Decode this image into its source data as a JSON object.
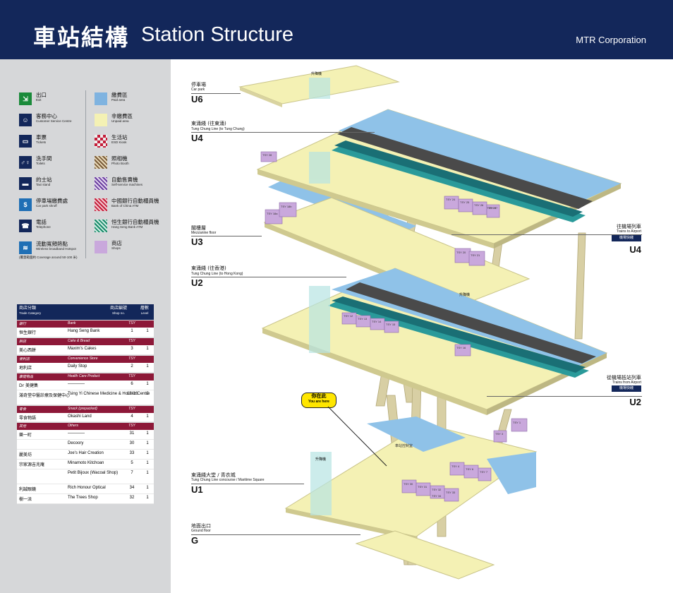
{
  "header": {
    "title_zh": "車站結構",
    "title_en": "Station Structure",
    "corp": "MTR Corporation"
  },
  "legend": {
    "left": [
      {
        "icon": "exit-icon",
        "zh": "出口",
        "en": "Exit",
        "color": "#1a8a3a"
      },
      {
        "icon": "customer-service-icon",
        "zh": "客務中心",
        "en": "Customer Service Centre",
        "color": "#13275a"
      },
      {
        "icon": "ticket-icon",
        "zh": "車票",
        "en": "Tickets",
        "color": "#13275a"
      },
      {
        "icon": "toilet-icon",
        "zh": "洗手間",
        "en": "Toilets",
        "color": "#13275a"
      },
      {
        "icon": "taxi-icon",
        "zh": "的士站",
        "en": "Taxi stand",
        "color": "#13275a"
      },
      {
        "icon": "car-park-shroff-icon",
        "zh": "停車場繳費處",
        "en": "Car park shroff",
        "color": "#1f6fb5"
      },
      {
        "icon": "telephone-icon",
        "zh": "電話",
        "en": "Telephone",
        "color": "#13275a"
      },
      {
        "icon": "wifi-icon",
        "zh": "流動寬頻熱點",
        "en": "Wireless broadband Hotspot",
        "color": "#1f6fb5"
      }
    ],
    "coverage_note": "(覆蓋範圍約 Coverage around 50-100 米)",
    "right": [
      {
        "icon": "paid-area-swatch",
        "zh": "繳費區",
        "en": "Paid area",
        "color": "#7fb3e0"
      },
      {
        "icon": "unpaid-area-swatch",
        "zh": "非繳費區",
        "en": "Unpaid area",
        "color": "#f4f1b4"
      },
      {
        "icon": "esd-kiosk-icon",
        "zh": "生活站",
        "en": "ESD Kiosk",
        "color": "#c41e3a"
      },
      {
        "icon": "photo-booth-icon",
        "zh": "照相機",
        "en": "Photo Booth",
        "color": "#7a5c3a"
      },
      {
        "icon": "self-service-machine-icon",
        "zh": "自動售賣機",
        "en": "Self-service machines",
        "color": "#6b3fa0"
      },
      {
        "icon": "boc-atm-icon",
        "zh": "中國銀行自動櫃員機",
        "en": "Bank of China ATM",
        "color": "#c41e3a"
      },
      {
        "icon": "hang-seng-atm-icon",
        "zh": "恒生銀行自動櫃員機",
        "en": "Hang Seng Bank ATM",
        "color": "#1a8a6a"
      },
      {
        "icon": "shop-swatch",
        "zh": "商店",
        "en": "Shops",
        "color": "#c9a8dc"
      }
    ]
  },
  "table": {
    "head": {
      "cat_zh": "商店分類",
      "cat_en": "Trade Category",
      "shop_zh": "商店編號",
      "shop_en": "Shop no.",
      "level_zh": "層數",
      "level_en": "Level"
    },
    "rows": [
      {
        "type": "cat",
        "zh": "銀行",
        "en": "Bank",
        "no": "TSY"
      },
      {
        "type": "shop",
        "zh": "恒生銀行",
        "en": "Hang Seng Bank",
        "no": "1",
        "level": "1"
      },
      {
        "type": "cat",
        "zh": "餅店",
        "en": "Cake & Bread",
        "no": "TSY"
      },
      {
        "type": "shop",
        "zh": "美心西餅",
        "en": "Maxim's Cakes",
        "no": "3",
        "level": "1"
      },
      {
        "type": "cat",
        "zh": "便利店",
        "en": "Convenience Store",
        "no": "TSY"
      },
      {
        "type": "shop",
        "zh": "地利店",
        "en": "Daily Stop",
        "no": "2",
        "level": "1"
      },
      {
        "type": "cat",
        "zh": "康健物品",
        "en": "Health Care Product",
        "no": "TSY"
      },
      {
        "type": "shop",
        "zh": "Dr 美健集",
        "en": "————",
        "no": "6",
        "level": "1"
      },
      {
        "type": "shop",
        "zh": "滿奇堂中醫診療及保健中心",
        "en": "Tsing Yi Chinese Medicine & Holistic Centre",
        "no": "12-16",
        "level": "2"
      },
      {
        "type": "cat",
        "zh": "零食",
        "en": "Snack (prepacked)",
        "no": "TSY"
      },
      {
        "type": "shop",
        "zh": "零食物語",
        "en": "Okashi Land",
        "no": "4",
        "level": "1"
      },
      {
        "type": "cat",
        "zh": "其他",
        "en": "Others",
        "no": "TSY"
      },
      {
        "type": "shop",
        "zh": "樂一町",
        "en": "————",
        "no": "31",
        "level": "1"
      },
      {
        "type": "shop",
        "zh": "",
        "en": "Decoory",
        "no": "30",
        "level": "1"
      },
      {
        "type": "shop",
        "zh": "麗美坊",
        "en": "Joe's Hair Creation",
        "no": "33",
        "level": "1"
      },
      {
        "type": "shop",
        "zh": "宗家源吉兆庵",
        "en": "Minamoto Kitchoan",
        "no": "5",
        "level": "1"
      },
      {
        "type": "shop",
        "zh": "",
        "en": "Petit Bijoux (Wacoal Shop)",
        "no": "7",
        "level": "1"
      },
      {
        "type": "shop",
        "zh": "利誠眼鏡",
        "en": "Rich Honour Optical",
        "no": "34",
        "level": "1"
      },
      {
        "type": "shop",
        "zh": "樹一派",
        "en": "The Trees Shop",
        "no": "32",
        "level": "1"
      }
    ]
  },
  "levels": [
    {
      "code": "U6",
      "zh": "停車場",
      "en": "Car park"
    },
    {
      "code": "U4",
      "zh": "東涌綫 (往東涌)",
      "en": "Tung Chung Line (to Tung Chung)"
    },
    {
      "code": "U3",
      "zh": "閣樓層",
      "en": "Mezzanine floor"
    },
    {
      "code": "U2",
      "zh": "東涌綫 (往香港)",
      "en": "Tung Chung Line (to Hong Kong)"
    },
    {
      "code": "U1",
      "zh": "東涌綫大堂 / 青衣城",
      "en": "Tung Chung Line concourse / Maritime Square"
    },
    {
      "code": "G",
      "zh": "地面出口",
      "en": "Ground floor"
    }
  ],
  "right_labels": [
    {
      "zh": "往機場列車",
      "en": "Trains to Airport",
      "code": "U4"
    },
    {
      "zh": "從機場抵站列車",
      "en": "Trains from Airport",
      "code": "U2"
    }
  ],
  "airport_express": "機場快綫",
  "you_are_here": {
    "zh": "你在此",
    "en": "You are here"
  },
  "lift": "升降機",
  "shops": {
    "u4": [
      "TSY 24",
      "TSY 25",
      "TSY 26",
      "TSY 27",
      "TSY 28",
      "TSY 29"
    ],
    "u3": [
      "TSY 18a",
      "TSY 18b",
      "TSY 20",
      "TSY 21"
    ],
    "u2": [
      "TSY 12",
      "TSY 13",
      "TSY 14",
      "TSY 15",
      "TSY 16"
    ],
    "u1": [
      "TSY 1",
      "TSY 3",
      "TSY 4",
      "TSY 6",
      "TSY 7",
      "TSY 30",
      "TSY 31",
      "TSY 32",
      "TSY 33",
      "TSY 34"
    ]
  },
  "csc_label": "車站控制室"
}
